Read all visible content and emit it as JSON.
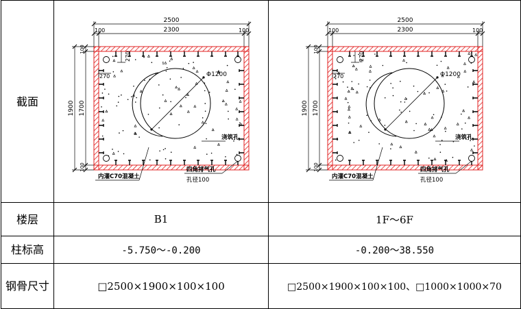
{
  "table": {
    "rows": [
      {
        "label": "截面"
      },
      {
        "label": "楼层",
        "values": [
          "B1",
          "1F～6F"
        ]
      },
      {
        "label": "柱标高",
        "values": [
          "-5.750～-0.200",
          "-0.200～38.550"
        ]
      },
      {
        "label": "钢骨尺寸",
        "values": [
          "□2500×1900×100×100",
          "□2500×1900×100×100、□1000×1000×70"
        ]
      }
    ]
  },
  "drawing": {
    "dims": {
      "overall_width": "2500",
      "inner_width": "2300",
      "side": "100",
      "height": "1900",
      "inner_height": "1700",
      "offset": "270",
      "diameter": "Φ1200"
    },
    "labels": {
      "pour_hole": "浇筑孔",
      "inner_concrete": "内灌C70混凝土",
      "vent_hole": "四角排气孔",
      "vent_dia": "孔径100"
    },
    "colors": {
      "hatch": "#e02020",
      "line": "#000000"
    }
  }
}
